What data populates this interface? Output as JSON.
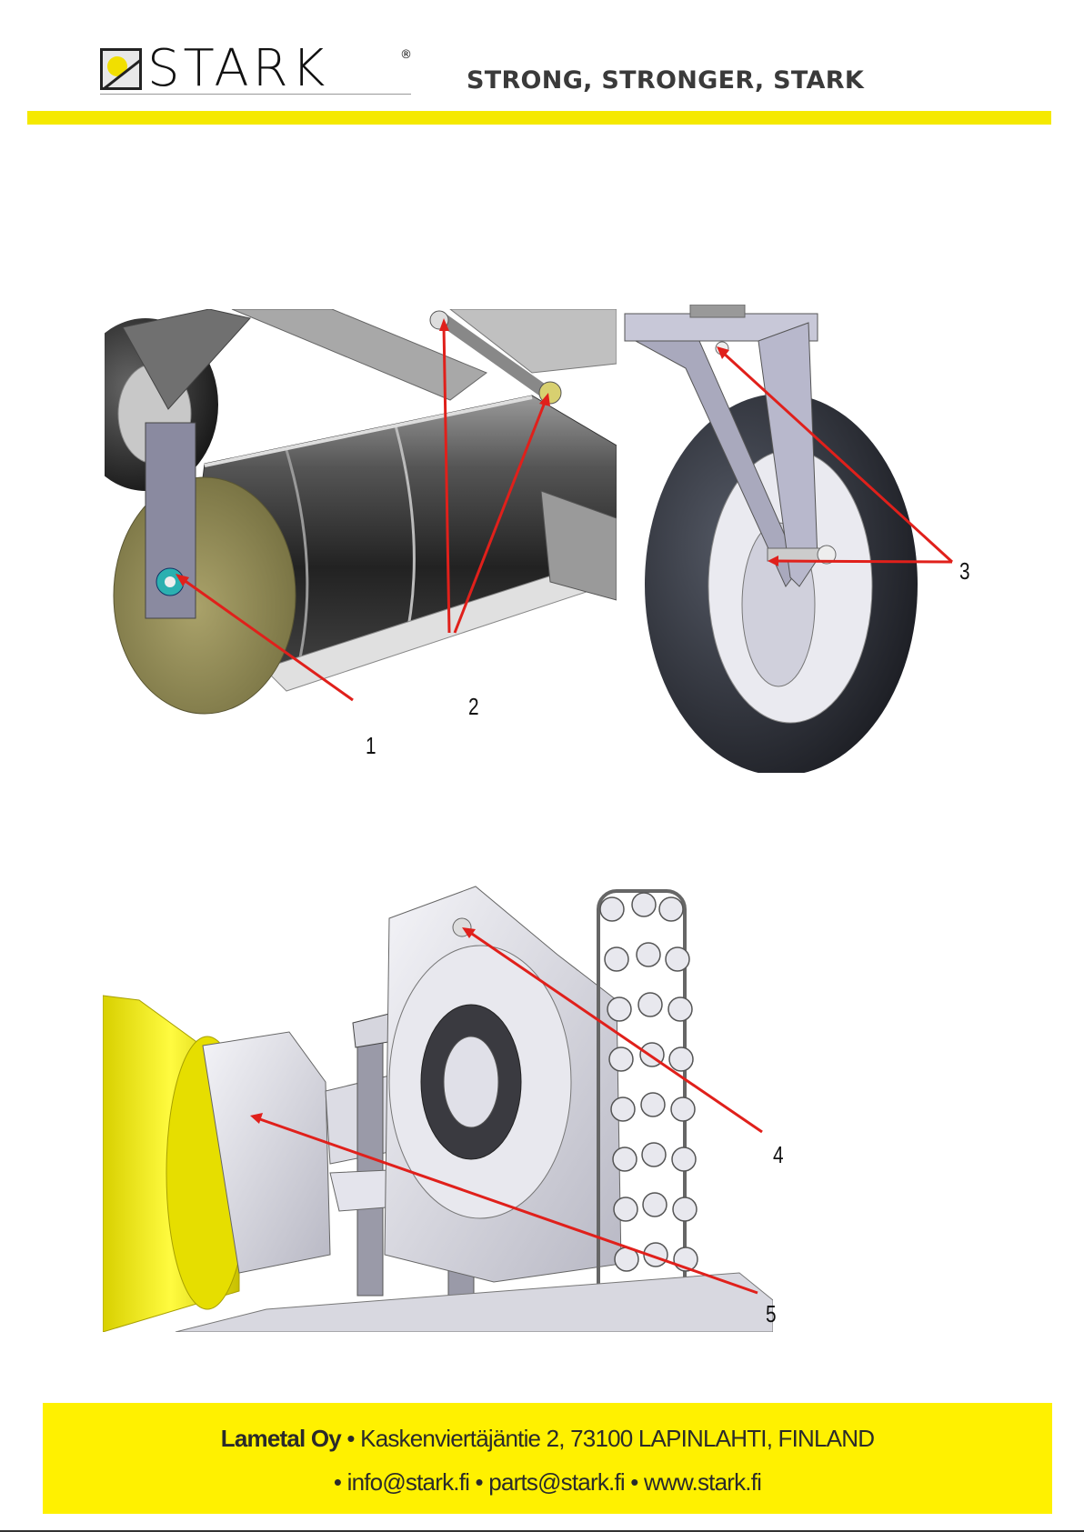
{
  "header": {
    "brand": "STARK",
    "registered": "®",
    "tagline": "STRONG, STRONGER, STARK"
  },
  "figures": {
    "labels": [
      "1",
      "2",
      "3",
      "4",
      "5"
    ]
  },
  "footer": {
    "company": "Lametal Oy",
    "separator": "•",
    "address": "Kaskenviertäjäntie 2, 73100 LAPINLAHTI, FINLAND",
    "email_info": "info@stark.fi",
    "email_parts": "parts@stark.fi",
    "website": "www.stark.fi"
  },
  "colors": {
    "brand_yellow": "#f5e900",
    "footer_yellow": "#fff100",
    "arrow_red": "#e0201b"
  }
}
